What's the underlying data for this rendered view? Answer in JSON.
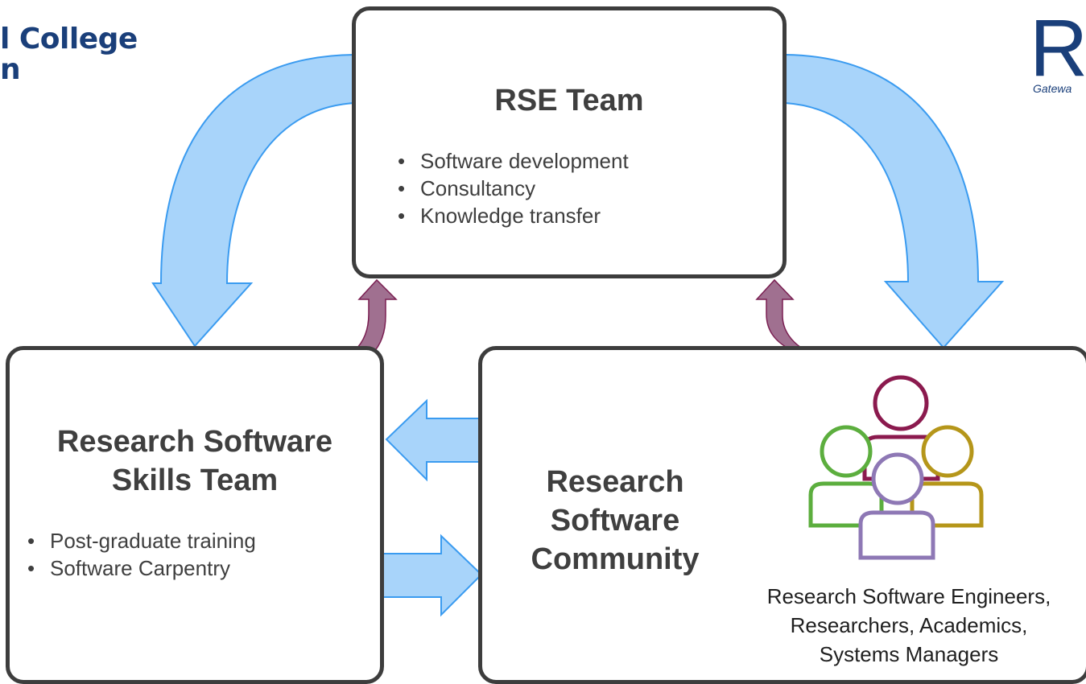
{
  "logos": {
    "left_text_line1": "l College",
    "left_text_line2": "n",
    "right_text": "RC",
    "right_subtext": "Gatewa"
  },
  "rse_team": {
    "title": "RSE Team",
    "bullets": [
      "Software development",
      "Consultancy",
      "Knowledge transfer"
    ]
  },
  "skills_team": {
    "title": "Research Software Skills Team",
    "bullets": [
      "Post-graduate training",
      "Software Carpentry"
    ]
  },
  "community": {
    "title": "Research Software Community",
    "caption": "Research Software Engineers,\nResearchers, Academics,\nSystems Managers",
    "people_colors": [
      "#8b1a4e",
      "#5cae3e",
      "#b5961a",
      "#8e78b5"
    ]
  },
  "colors": {
    "big_arrow_fill": "#a8d4fa",
    "big_arrow_stroke": "#3a9bf0",
    "small_arrow_fill": "#a07090",
    "small_arrow_stroke": "#7a1f52",
    "box_border": "#3d3d3d"
  }
}
